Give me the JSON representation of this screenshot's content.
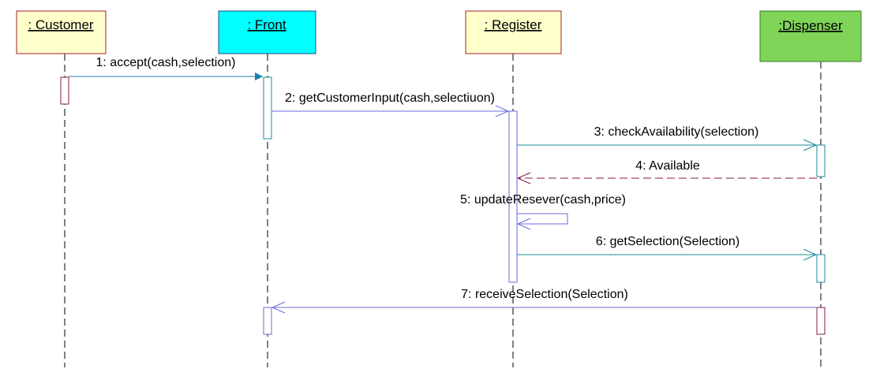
{
  "objects": [
    {
      "label": ": Customer",
      "fill": "#ffffcc",
      "stroke": "#a0202a"
    },
    {
      "label": ": Front",
      "fill": "#00ffff",
      "stroke": "#1c4e8a"
    },
    {
      "label": ": Register",
      "fill": "#ffffcc",
      "stroke": "#a0202a"
    },
    {
      "label": ":Dispenser",
      "fill": "#80d458",
      "stroke": "#3a7a2a"
    }
  ],
  "messages": [
    {
      "label": "1: accept(cash,selection)",
      "from": 0,
      "to": 1,
      "kind": "sync"
    },
    {
      "label": "2: getCustomerInput(cash,selectiuon)",
      "from": 1,
      "to": 2,
      "kind": "call"
    },
    {
      "label": "3: checkAvailability(selection)",
      "from": 2,
      "to": 3,
      "kind": "call"
    },
    {
      "label": "4: Available",
      "from": 3,
      "to": 2,
      "kind": "return"
    },
    {
      "label": "5: updateResever(cash,price)",
      "from": 2,
      "to": 2,
      "kind": "self"
    },
    {
      "label": "6: getSelection(Selection)",
      "from": 2,
      "to": 3,
      "kind": "call"
    },
    {
      "label": "7: receiveSelection(Selection)",
      "from": 3,
      "to": 1,
      "kind": "call"
    }
  ],
  "colors": {
    "lifeline": "#000000",
    "activation_blue": "#6b6bdc",
    "activation_teal": "#1b8a9a",
    "activation_maroon": "#8a1a4a",
    "message_teal": "#1b8a9a",
    "message_blue": "#6b6bdc",
    "return_maroon": "#8a1a4a",
    "sync_arrow": "#1b7fb0"
  }
}
